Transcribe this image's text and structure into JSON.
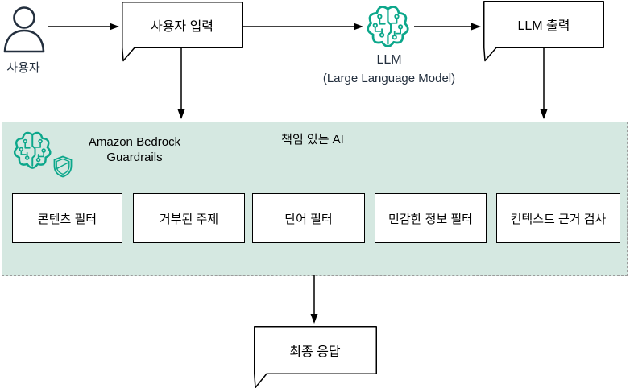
{
  "diagram": {
    "nodes": {
      "user": {
        "label": "사용자"
      },
      "user_input": {
        "label": "사용자 입력"
      },
      "llm": {
        "label": "LLM",
        "sublabel": "(Large Language Model)"
      },
      "llm_output": {
        "label": "LLM 출력"
      },
      "final_response": {
        "label": "최종 응답"
      }
    },
    "guardrails": {
      "title": "Amazon Bedrock Guardrails",
      "responsible_ai_label": "책임 있는 AI",
      "filters": [
        {
          "label": "콘텐츠 필터"
        },
        {
          "label": "거부된 주제"
        },
        {
          "label": "단어 필터"
        },
        {
          "label": "민감한 정보 필터"
        },
        {
          "label": "컨텍스트 근거 검사"
        }
      ]
    },
    "icons": {
      "user": "person-icon",
      "llm": "brain-circuit-icon",
      "guardrails": "brain-circuit-icon + shield-icon"
    },
    "colors": {
      "icon_teal": "#0ca78b",
      "person_navy": "#232f3e",
      "guardrails_fill": "#d5e8e1",
      "guardrails_border": "#9b9b9b",
      "line_black": "#000000",
      "node_fill": "#ffffff"
    }
  }
}
